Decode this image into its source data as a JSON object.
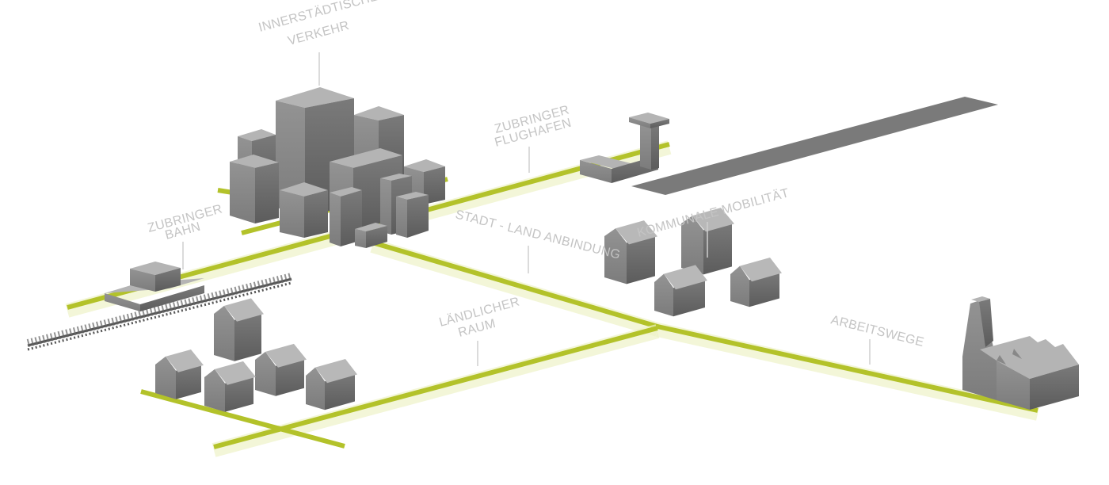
{
  "title": "Mobilität – Verkehrsbereiche",
  "colors": {
    "road": "#b3c22a",
    "road_glow": "#eef3c8",
    "building_top": "#b4b4b4",
    "building_left": "#8a8a8a",
    "building_right": "#6e6e6e",
    "label": "#c4c4c4",
    "runway": "#7a7a7a"
  },
  "labels": {
    "innerstaedtisch": [
      "INNERSTÄDTISCHER",
      "VERKEHR"
    ],
    "flughafen": [
      "ZUBRINGER",
      "FLUGHAFEN"
    ],
    "bahn": [
      "ZUBRINGER",
      "BAHN"
    ],
    "stadt_land": "STADT - LAND ANBINDUNG",
    "kommunal": "KOMMUNALE MOBILITÄT",
    "laendlich": [
      "LÄNDLICHER",
      "RAUM"
    ],
    "arbeitswege": "ARBEITSWEGE"
  },
  "scene": {
    "city": "skyscraper-cluster",
    "airport": "terminal-and-runway",
    "train": "train-on-tracks",
    "village_center": "house-cluster",
    "rural": "house-cluster",
    "industry": "factory"
  }
}
